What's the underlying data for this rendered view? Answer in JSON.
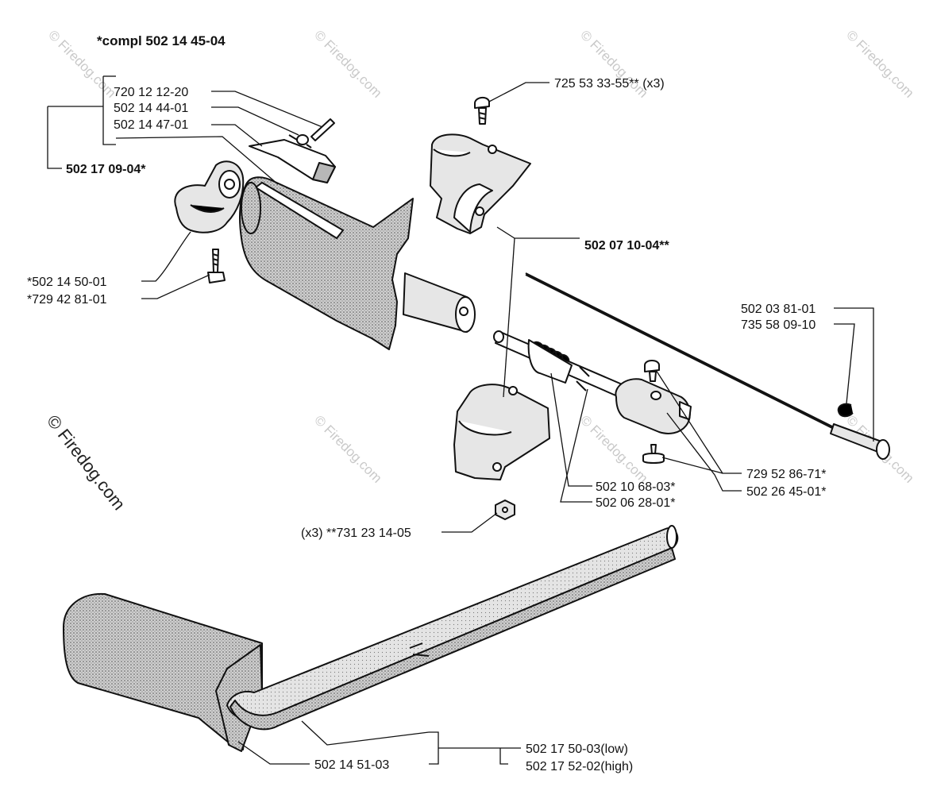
{
  "assembly_note": "*compl 502 14 45-04",
  "watermark": "© Firedog.com",
  "labels": {
    "p720_12_12_20": "720 12 12-20",
    "p502_14_44_01": "502 14 44-01",
    "p502_14_47_01": "502 14 47-01",
    "p502_17_09_04": "502 17 09-04*",
    "p502_14_50_01": "*502 14 50-01",
    "p729_42_81_01": "*729 42 81-01",
    "p725_53_33_55": "725 53 33-55** (x3)",
    "p502_07_10_04": "502 07 10-04**",
    "p502_03_81_01": "502 03 81-01",
    "p735_58_09_10": "735 58 09-10",
    "p729_52_86_71": "729 52 86-71*",
    "p502_26_45_01": "502 26 45-01*",
    "p502_10_68_03": "502 10 68-03*",
    "p502_06_28_01": "502 06 28-01*",
    "p731_23_14_05": "(x3) **731 23 14-05",
    "p502_17_50_03": "502 17 50-03(low)",
    "p502_17_52_02": "502 17 52-02(high)",
    "p502_14_51_03": "502 14 51-03"
  }
}
